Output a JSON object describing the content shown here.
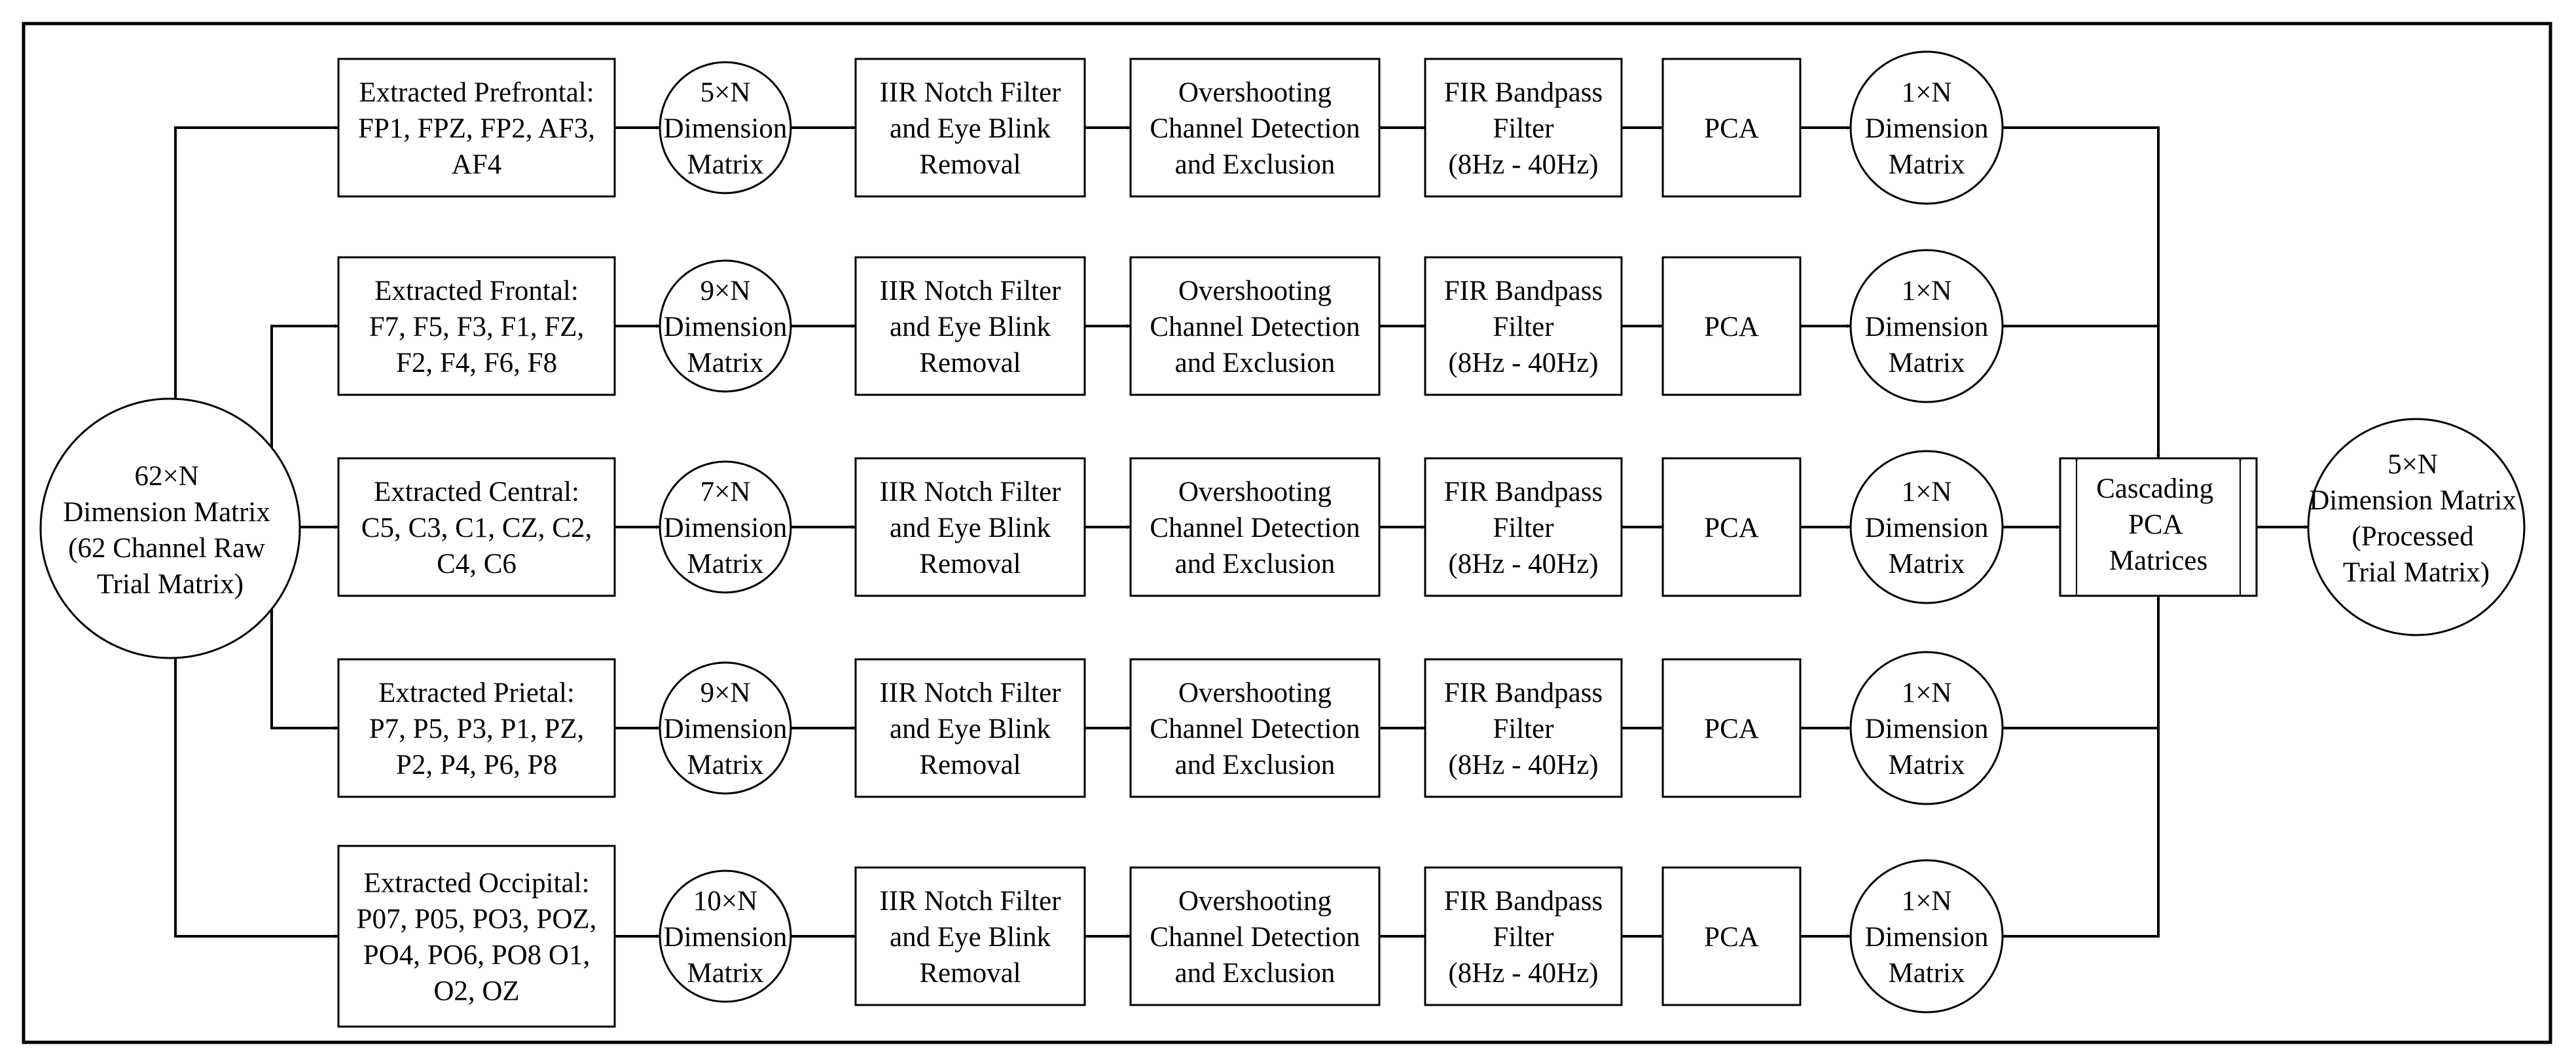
{
  "input_node": {
    "lines": [
      "62×N",
      "Dimension Matrix",
      "(62 Channel Raw",
      "Trial Matrix)"
    ]
  },
  "rows": [
    {
      "region_lines": [
        "Extracted Prefrontal:",
        "FP1, FPZ, FP2, AF3,",
        "AF4"
      ],
      "dim_lines": [
        "5×N",
        "Dimension",
        "Matrix"
      ]
    },
    {
      "region_lines": [
        "Extracted Frontal:",
        "F7, F5, F3, F1, FZ,",
        "F2, F4, F6, F8"
      ],
      "dim_lines": [
        "9×N",
        "Dimension",
        "Matrix"
      ]
    },
    {
      "region_lines": [
        "Extracted Central:",
        "C5, C3, C1, CZ, C2,",
        "C4, C6"
      ],
      "dim_lines": [
        "7×N",
        "Dimension",
        "Matrix"
      ]
    },
    {
      "region_lines": [
        "Extracted Prietal:",
        "P7, P5, P3, P1, PZ,",
        "P2, P4, P6, P8"
      ],
      "dim_lines": [
        "9×N",
        "Dimension",
        "Matrix"
      ]
    },
    {
      "region_lines": [
        "Extracted Occipital:",
        "P07, P05, PO3, POZ,",
        "PO4, PO6, PO8 O1,",
        "O2, OZ"
      ],
      "dim_lines": [
        "10×N",
        "Dimension",
        "Matrix"
      ]
    }
  ],
  "stages": {
    "notch_lines": [
      "IIR Notch Filter",
      "and Eye Blink",
      "Removal"
    ],
    "overshoot_lines": [
      "Overshooting",
      "Channel Detection",
      "and Exclusion"
    ],
    "bandpass_lines": [
      "FIR Bandpass",
      "Filter",
      "(8Hz - 40Hz)"
    ],
    "pca_lines": [
      "PCA"
    ],
    "pca_out_lines": [
      "1×N",
      "Dimension",
      "Matrix"
    ]
  },
  "cascade": {
    "lines": [
      "Cascading",
      "PCA",
      "Matrices"
    ]
  },
  "output_node": {
    "lines": [
      "5×N",
      "Dimension Matrix",
      "(Processed",
      "Trial Matrix)"
    ]
  }
}
